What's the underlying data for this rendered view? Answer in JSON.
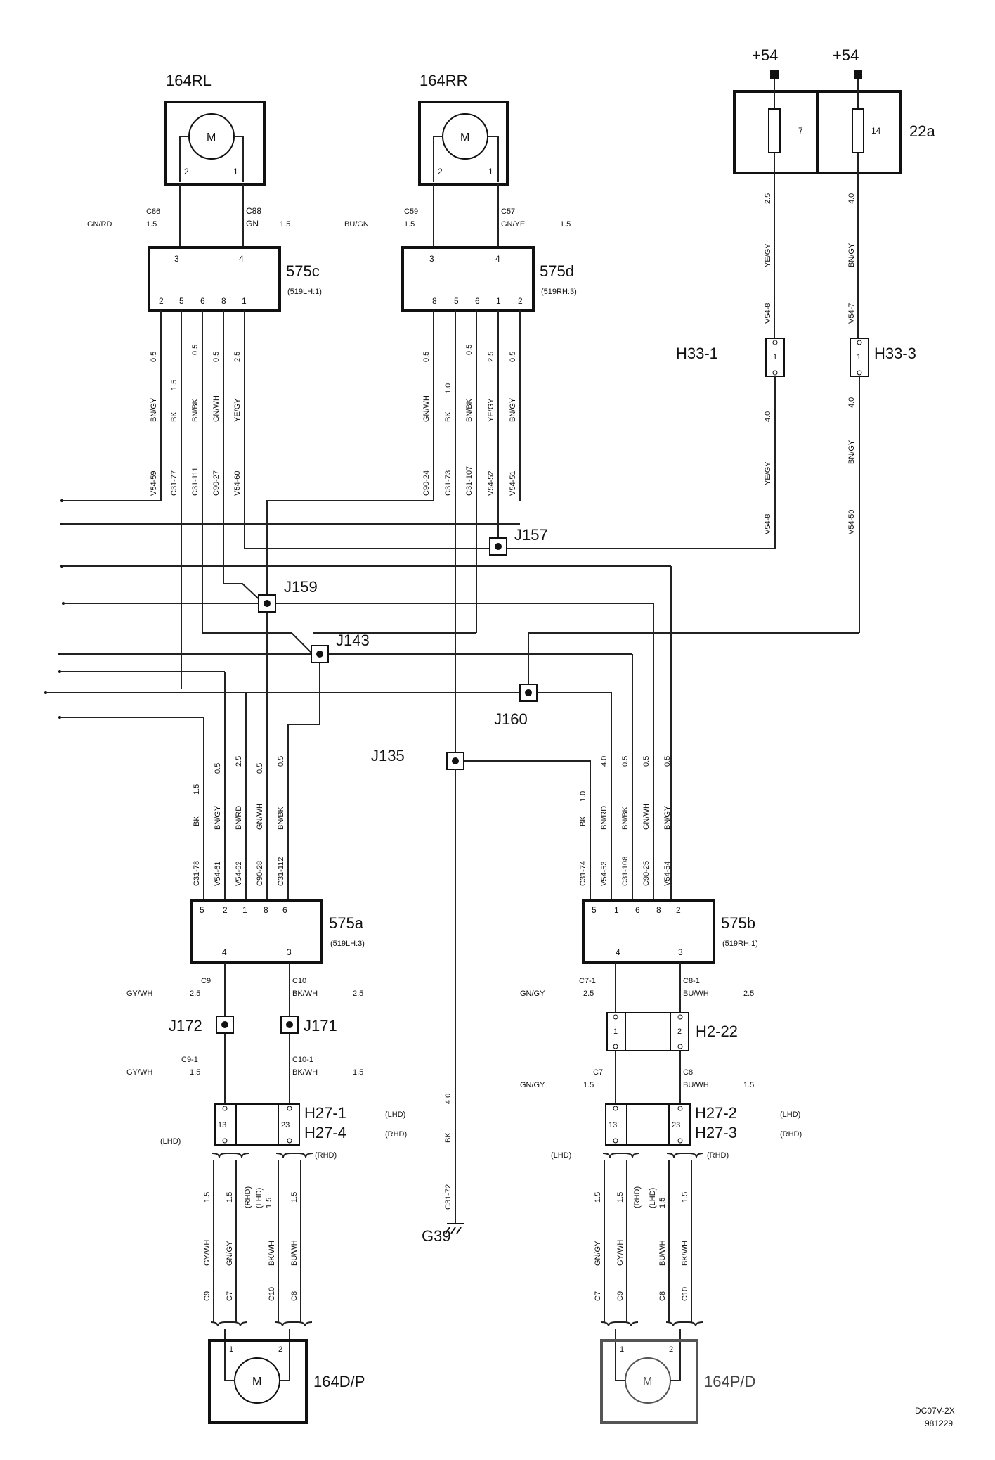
{
  "motors": {
    "rl": {
      "label": "164RL",
      "symbol": "M",
      "pin_a": "2",
      "pin_b": "1"
    },
    "rr": {
      "label": "164RR",
      "symbol": "M",
      "pin_a": "2",
      "pin_b": "1"
    },
    "dp": {
      "label": "164D/P",
      "symbol": "M",
      "pin_a": "1",
      "pin_b": "2"
    },
    "pd": {
      "label": "164P/D",
      "symbol": "M",
      "pin_a": "1",
      "pin_b": "2"
    }
  },
  "power": {
    "left": {
      "label": "+54",
      "fuse": "7"
    },
    "right": {
      "label": "+54",
      "fuse": "14"
    },
    "box_label": "22a"
  },
  "modules": {
    "m575c": {
      "label": "575c",
      "sub": "(519LH:1)",
      "top_pins": [
        "3",
        "4"
      ],
      "bottom_pins": [
        "2",
        "5",
        "6",
        "8",
        "1"
      ]
    },
    "m575d": {
      "label": "575d",
      "sub": "(519RH:3)",
      "top_pins": [
        "3",
        "4"
      ],
      "bottom_pins": [
        "8",
        "5",
        "6",
        "1",
        "2"
      ]
    },
    "m575a": {
      "label": "575a",
      "sub": "(519LH:3)",
      "top_pins": [
        "5",
        "2",
        "1",
        "8",
        "6"
      ],
      "bottom_pins": [
        "4",
        "3"
      ]
    },
    "m575b": {
      "label": "575b",
      "sub": "(519RH:1)",
      "top_pins": [
        "5",
        "1",
        "6",
        "8",
        "2"
      ],
      "bottom_pins": [
        "4",
        "3"
      ]
    }
  },
  "wires_top": {
    "rl_left": {
      "circuit": "C86",
      "color": "GN/RD",
      "size": "1.5"
    },
    "rl_right": {
      "circuit": "C88",
      "color": "GN",
      "size": "1.5"
    },
    "rr_left": {
      "circuit": "C59",
      "color": "BU/GN",
      "size": "1.5"
    },
    "rr_right": {
      "circuit": "C57",
      "color": "GN/YE",
      "size": "1.5"
    }
  },
  "c_bus": [
    {
      "size": "0.5",
      "color": "BN/GY",
      "circuit": "V54-59"
    },
    {
      "size": "1.5",
      "color": "BK",
      "circuit": "C31-77"
    },
    {
      "size": "0.5",
      "color": "BN/BK",
      "circuit": "C31-111"
    },
    {
      "size": "0.5",
      "color": "GN/WH",
      "circuit": "C90-27"
    },
    {
      "size": "2.5",
      "color": "YE/GY",
      "circuit": "V54-60"
    }
  ],
  "d_bus": [
    {
      "size": "0.5",
      "color": "GN/WH",
      "circuit": "C90-24"
    },
    {
      "size": "1.0",
      "color": "BK",
      "circuit": "C31-73"
    },
    {
      "size": "0.5",
      "color": "BN/BK",
      "circuit": "C31-107"
    },
    {
      "size": "2.5",
      "color": "YE/GY",
      "circuit": "V54-52"
    },
    {
      "size": "0.5",
      "color": "BN/GY",
      "circuit": "V54-51"
    }
  ],
  "power_wires": {
    "left_top": {
      "size": "2.5",
      "color": "YE/GY",
      "circuit": "V54-8"
    },
    "right_top": {
      "size": "4.0",
      "color": "BN/GY",
      "circuit": "V54-7"
    },
    "left_bottom": {
      "size": "4.0",
      "color": "YE/GY",
      "circuit": "V54-8"
    },
    "right_bottom": {
      "size": "4.0",
      "color": "BN/GY",
      "circuit": "V54-50"
    }
  },
  "connectors": {
    "h33_1": {
      "label": "H33-1",
      "pin": "1"
    },
    "h33_3": {
      "label": "H33-3",
      "pin": "1"
    },
    "h2_22": {
      "label": "H2-22",
      "pin_a": "1",
      "pin_b": "2"
    },
    "h27_1": {
      "label": "H27-1",
      "tag": "(LHD)"
    },
    "h27_4": {
      "label": "H27-4",
      "tag": "(RHD)"
    },
    "h27_2": {
      "label": "H27-2",
      "tag": "(LHD)"
    },
    "h27_3": {
      "label": "H27-3",
      "tag": "(RHD)"
    },
    "h27_left_pins": [
      "13",
      "23"
    ],
    "h27_right_pins": [
      "13",
      "23"
    ]
  },
  "junctions": {
    "j157": "J157",
    "j159": "J159",
    "j143": "J143",
    "j160": "J160",
    "j135": "J135",
    "j172": "J172",
    "j171": "J171"
  },
  "a_bus": [
    {
      "size": "1.5",
      "color": "BK",
      "circuit": "C31-78"
    },
    {
      "size": "0.5",
      "color": "BN/GY",
      "circuit": "V54-61"
    },
    {
      "size": "2.5",
      "color": "BN/RD",
      "circuit": "V54-62"
    },
    {
      "size": "0.5",
      "color": "GN/WH",
      "circuit": "C90-28"
    },
    {
      "size": "0.5",
      "color": "BN/BK",
      "circuit": "C31-112"
    }
  ],
  "b_bus": [
    {
      "size": "1.0",
      "color": "BK",
      "circuit": "C31-74"
    },
    {
      "size": "4.0",
      "color": "BN/RD",
      "circuit": "V54-53"
    },
    {
      "size": "0.5",
      "color": "BN/BK",
      "circuit": "C31-108"
    },
    {
      "size": "0.5",
      "color": "GN/WH",
      "circuit": "C90-25"
    },
    {
      "size": "0.5",
      "color": "BN/GY",
      "circuit": "V54-54"
    }
  ],
  "ground": {
    "size": "4.0",
    "color": "BK",
    "circuit": "C31-72",
    "label": "G39"
  },
  "lower_left": {
    "c9": {
      "circuit": "C9",
      "color": "GY/WH",
      "size": "2.5"
    },
    "c10": {
      "circuit": "C10",
      "color": "BK/WH",
      "size": "2.5"
    },
    "c9_1": {
      "circuit": "C9-1",
      "color": "GY/WH",
      "size": "1.5"
    },
    "c10_1": {
      "circuit": "C10-1",
      "color": "BK/WH",
      "size": "1.5"
    },
    "lhd": "(LHD)",
    "rhd": "(RHD)",
    "verticals": [
      {
        "size": "1.5",
        "color": "GY/WH",
        "circuit": "C9"
      },
      {
        "size": "1.5",
        "color": "GN/GY",
        "circuit": "C7"
      },
      {
        "size": "1.5",
        "color": "BK/WH",
        "circuit": "C10"
      },
      {
        "size": "1.5",
        "color": "BU/WH",
        "circuit": "C8"
      }
    ],
    "tag_rhd": "(RHD)",
    "tag_lhd": "(LHD)"
  },
  "lower_right": {
    "c7_1": {
      "circuit": "C7-1",
      "color": "GN/GY",
      "size": "2.5"
    },
    "c8_1": {
      "circuit": "C8-1",
      "color": "BU/WH",
      "size": "2.5"
    },
    "c7": {
      "circuit": "C7",
      "color": "GN/GY",
      "size": "1.5"
    },
    "c8": {
      "circuit": "C8",
      "color": "BU/WH",
      "size": "1.5"
    },
    "lhd": "(LHD)",
    "rhd": "(RHD)",
    "verticals": [
      {
        "size": "1.5",
        "color": "GN/GY",
        "circuit": "C7"
      },
      {
        "size": "1.5",
        "color": "GY/WH",
        "circuit": "C9"
      },
      {
        "size": "1.5",
        "color": "BU/WH",
        "circuit": "C8"
      },
      {
        "size": "1.5",
        "color": "BK/WH",
        "circuit": "C10"
      }
    ],
    "tag_rhd": "(RHD)",
    "tag_lhd": "(LHD)"
  },
  "footer": {
    "code": "DC07V-2X",
    "date": "981229"
  }
}
